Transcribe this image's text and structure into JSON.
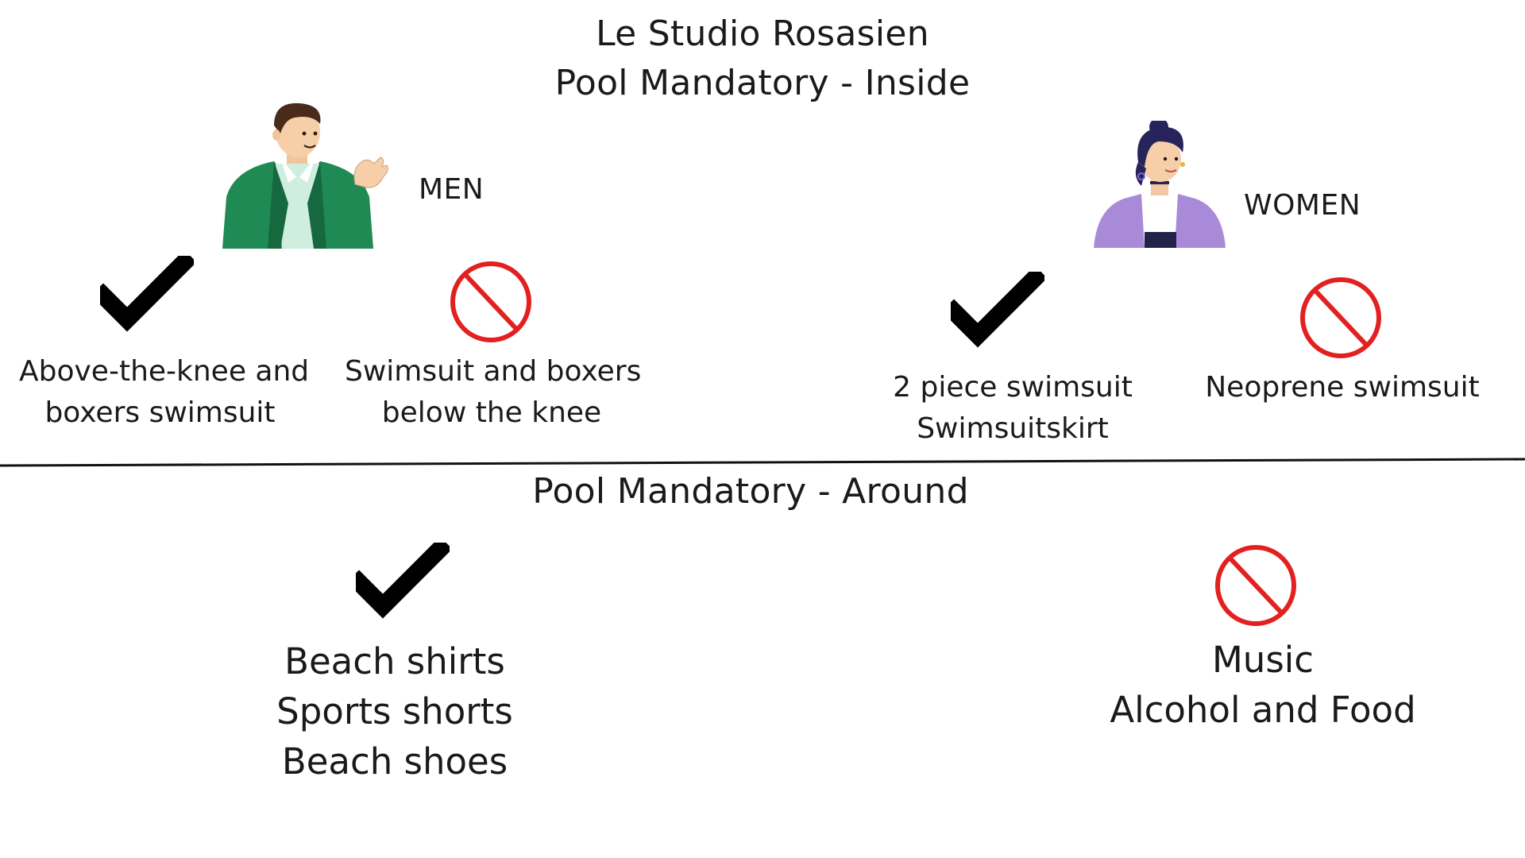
{
  "header": {
    "title": "Le Studio Rosasien",
    "subtitle": "Pool Mandatory - Inside"
  },
  "men": {
    "label": "MEN",
    "allowed": [
      "Above-the-knee and",
      "boxers swimsuit"
    ],
    "forbidden": [
      "Swimsuit and boxers",
      "below the knee"
    ]
  },
  "women": {
    "label": "WOMEN",
    "allowed": [
      "2 piece swimsuit",
      "Swimsuitskirt"
    ],
    "forbidden": [
      "Neoprene swimsuit"
    ]
  },
  "around": {
    "title": "Pool Mandatory - Around",
    "allowed": [
      "Beach shirts",
      "Sports shorts",
      "Beach shoes"
    ],
    "forbidden": [
      "Music",
      "Alcohol and Food"
    ]
  },
  "colors": {
    "check": "#000000",
    "prohibited": "#e32020",
    "men_jacket": "#1f8a53",
    "women_cardigan": "#a98ad8",
    "divider": "#111111"
  },
  "icons": {
    "allowed": "checkmark-icon",
    "forbidden": "prohibited-icon"
  }
}
